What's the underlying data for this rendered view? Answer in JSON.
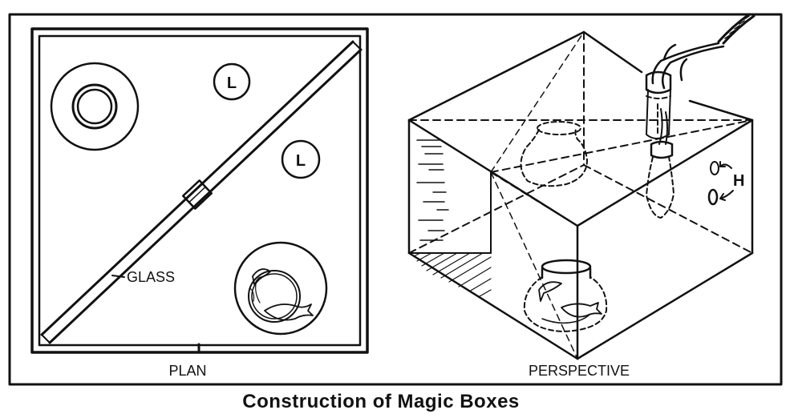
{
  "caption": "Construction of Magic Boxes",
  "panels": {
    "plan": {
      "label": "Plan",
      "marker_l1": "L",
      "marker_l2": "L",
      "glass_label": "Glass"
    },
    "perspective": {
      "label": "Perspective",
      "marker_h": "H"
    }
  }
}
